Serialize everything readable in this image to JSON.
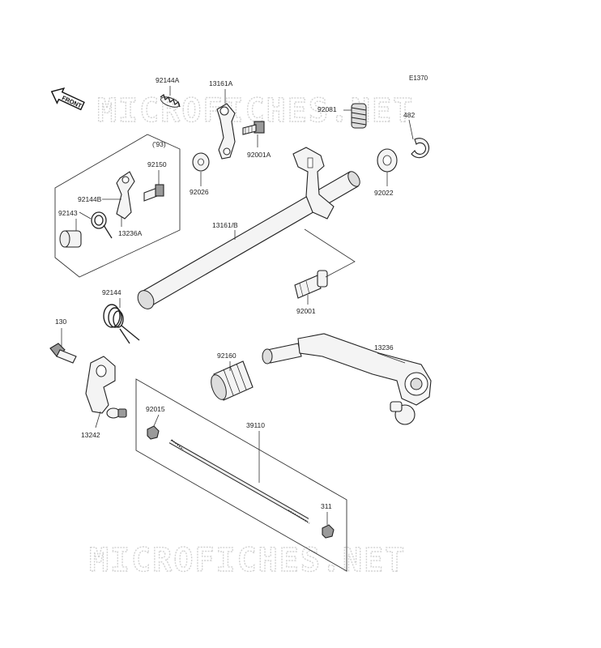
{
  "diagram": {
    "code": "E1370",
    "front_label": "FRONT",
    "year_note": "('93)",
    "watermark": "MICROFICHES.NET"
  },
  "labels": {
    "p92144A": "92144A",
    "p13161A": "13161A",
    "p92081": "92081",
    "p482": "482",
    "p92001A": "92001A",
    "p92026": "92026",
    "p92022": "92022",
    "p92150": "92150",
    "p92144B": "92144B",
    "p92143": "92143",
    "p13236A": "13236A",
    "p13161B": "13161/B",
    "p92144": "92144",
    "p92001": "92001",
    "p130": "130",
    "p92160": "92160",
    "p13236": "13236",
    "p92015": "92015",
    "p39110": "39110",
    "p13242": "13242",
    "p311": "311"
  }
}
